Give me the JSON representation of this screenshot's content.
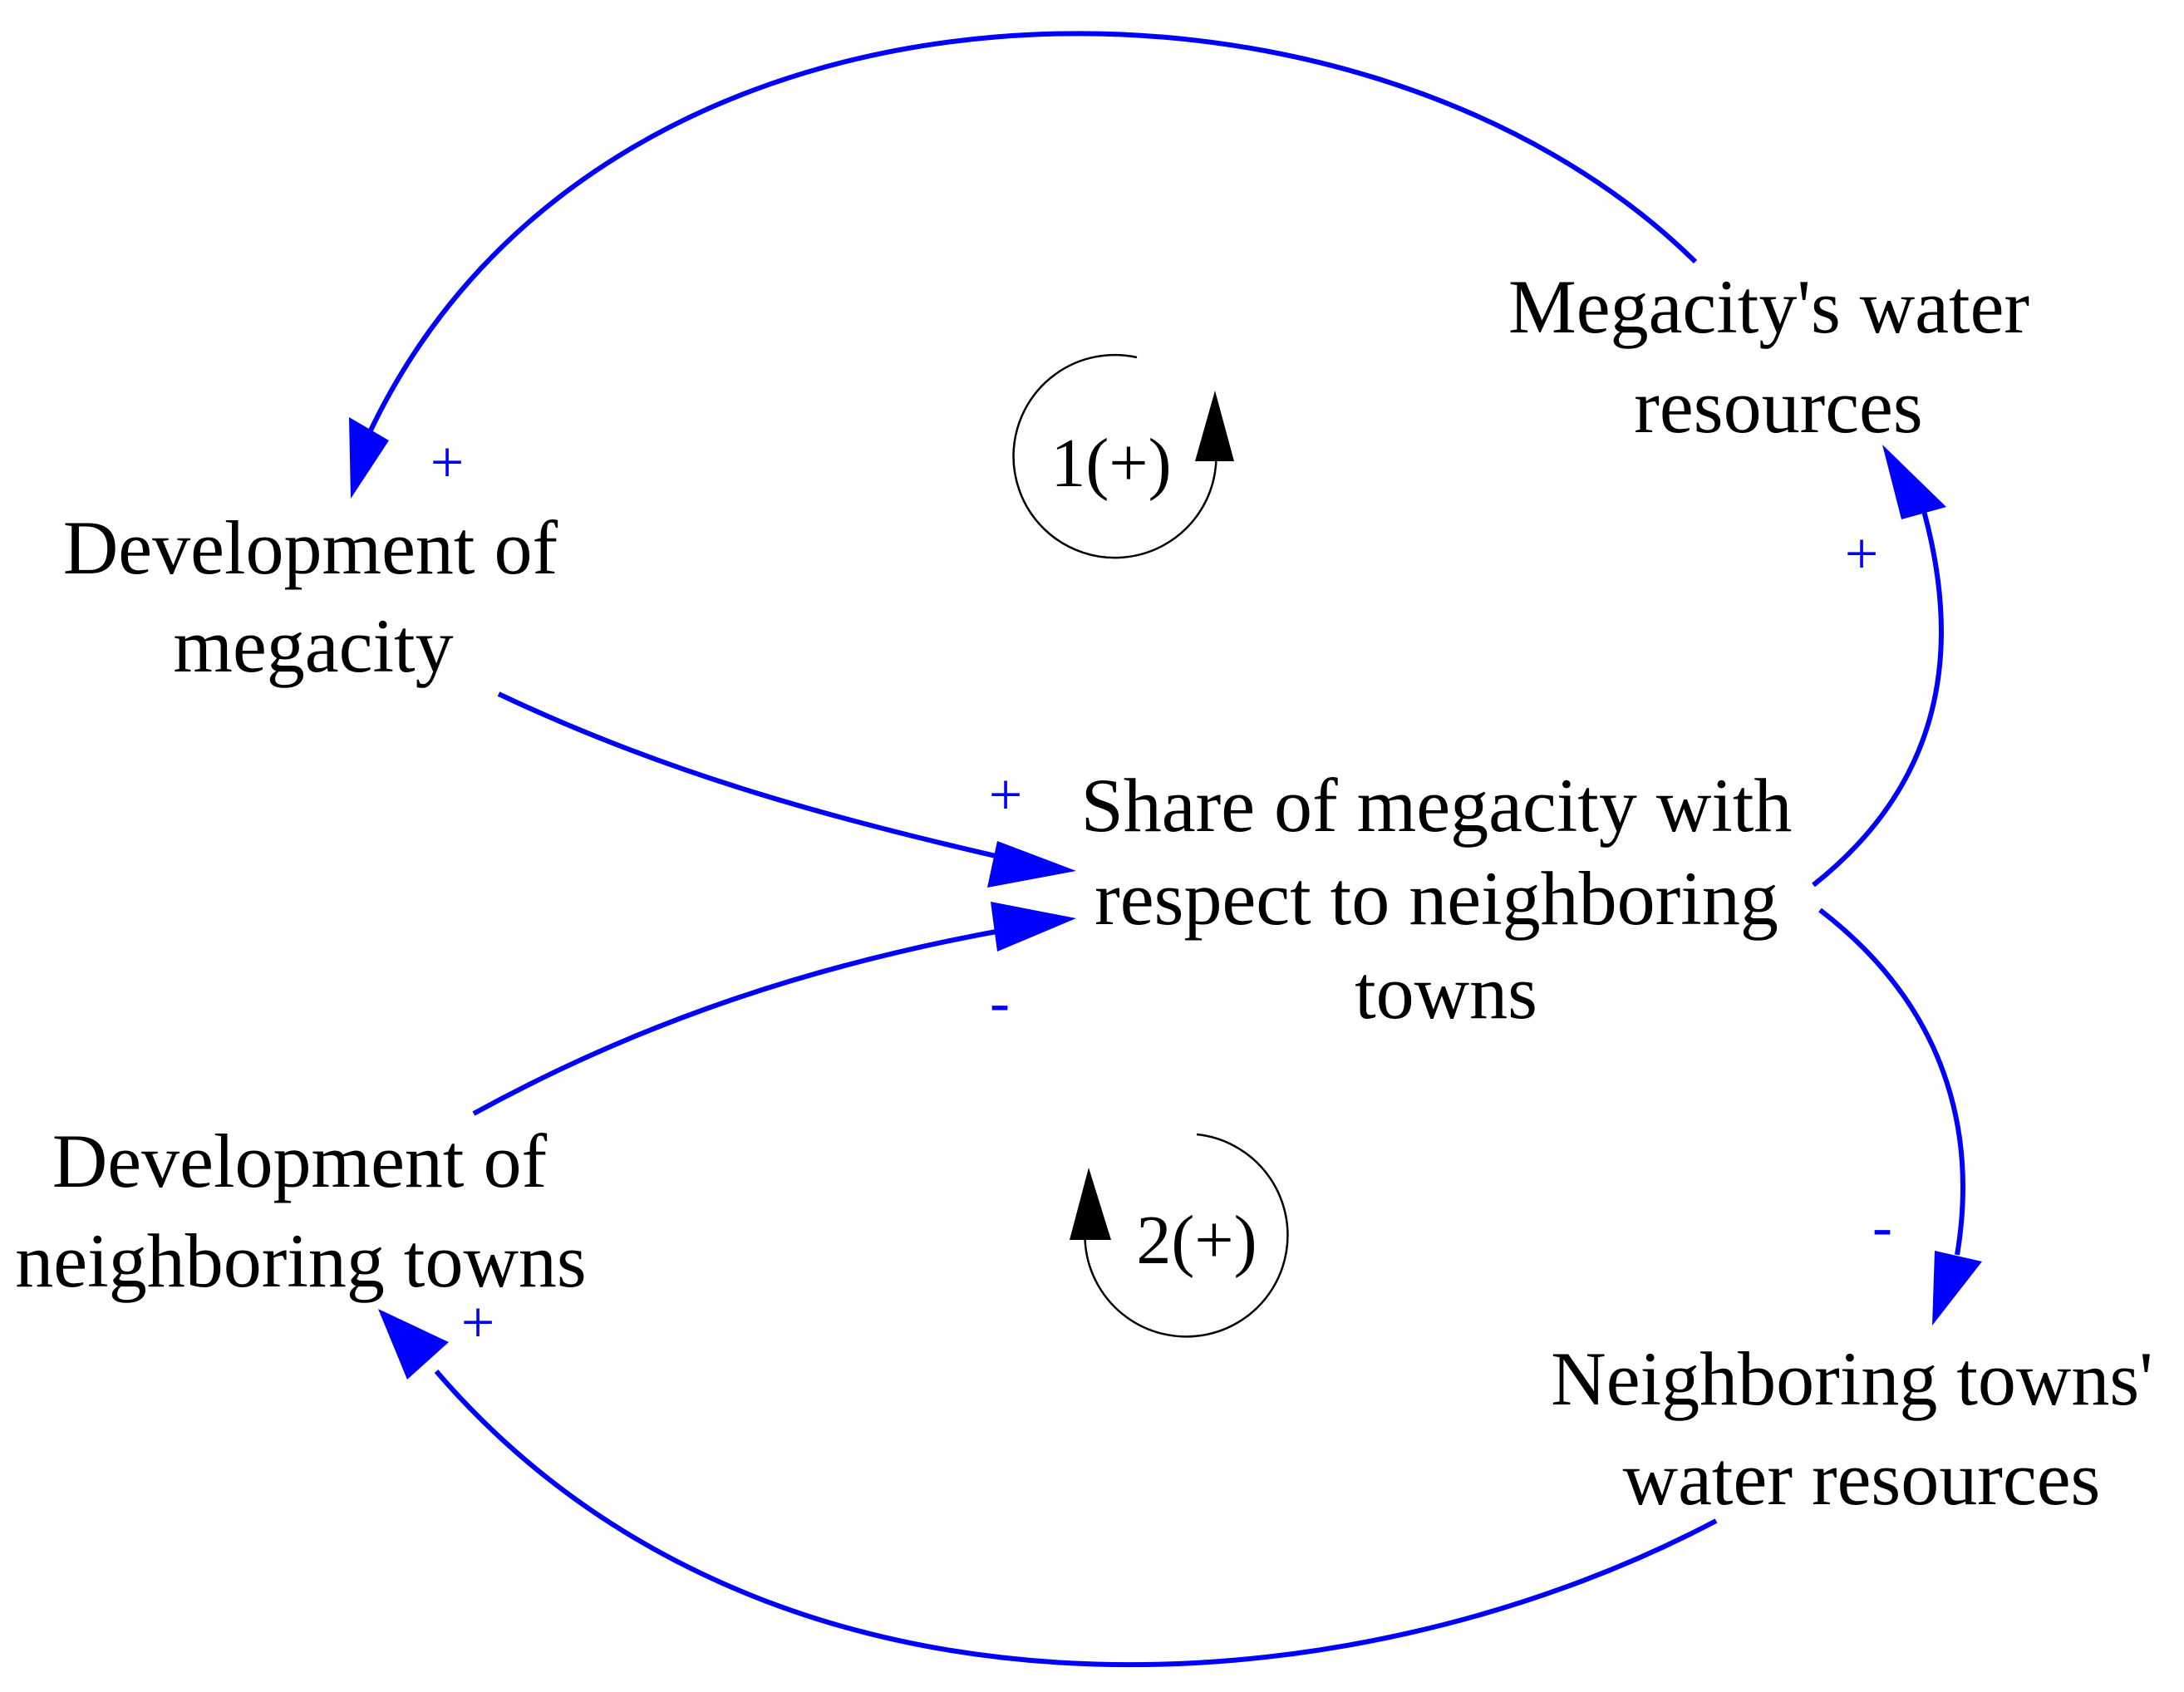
{
  "colors": {
    "link": "#0000ff",
    "text": "#000000",
    "loop": "#000000"
  },
  "nodes": {
    "megacity_water": {
      "line1": "Megacity's water",
      "line2": "resources"
    },
    "development_megacity": {
      "line1": "Development of",
      "line2": "megacity"
    },
    "share": {
      "line1": "Share of megacity with",
      "line2": "respect to neighboring",
      "line3": "towns"
    },
    "development_towns": {
      "line1": "Development of",
      "line2": "neighboring towns"
    },
    "towns_water": {
      "line1": "Neighboring towns'",
      "line2": "water resources"
    }
  },
  "links": [
    {
      "from": "Megacity's water resources",
      "to": "Development of megacity",
      "polarity": "+"
    },
    {
      "from": "Development of megacity",
      "to": "Share of megacity with respect to neighboring towns",
      "polarity": "+"
    },
    {
      "from": "Development of neighboring towns",
      "to": "Share of megacity with respect to neighboring towns",
      "polarity": "-"
    },
    {
      "from": "Share of megacity with respect to neighboring towns",
      "to": "Megacity's water resources",
      "polarity": "+"
    },
    {
      "from": "Share of megacity with respect to neighboring towns",
      "to": "Neighboring towns' water resources",
      "polarity": "-"
    },
    {
      "from": "Neighboring towns' water resources",
      "to": "Development of neighboring towns",
      "polarity": "+"
    }
  ],
  "loops": [
    {
      "label": "1(+)",
      "direction": "counterclockwise"
    },
    {
      "label": "2(+)",
      "direction": "clockwise"
    }
  ]
}
